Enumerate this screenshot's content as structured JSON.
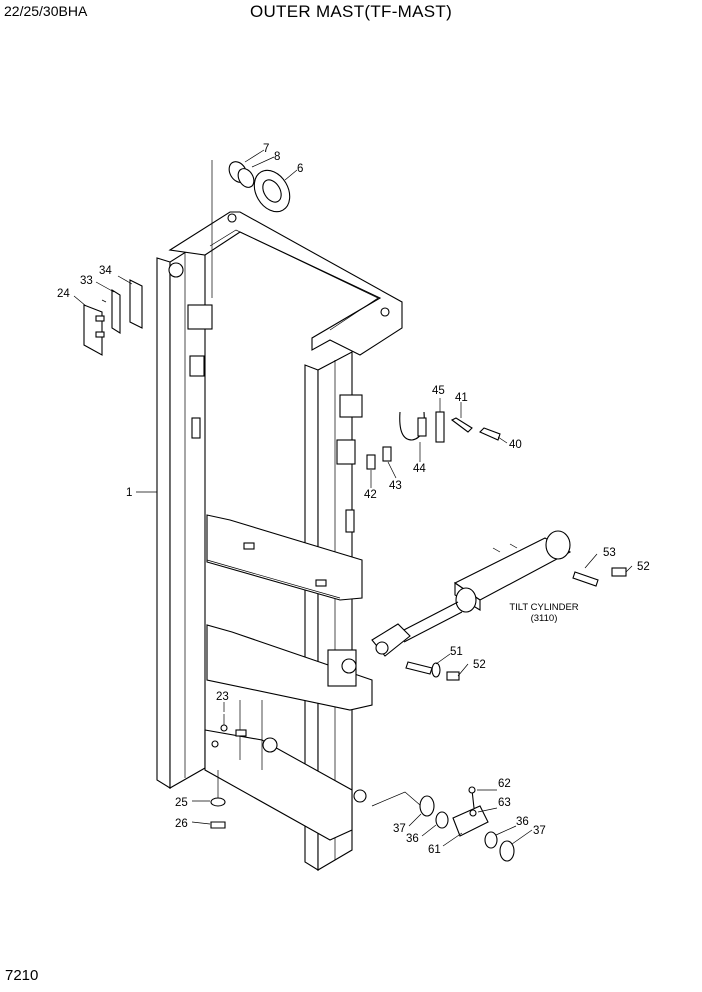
{
  "header": {
    "model": "22/25/30BHA",
    "title": "OUTER MAST(TF-MAST)"
  },
  "page_number": "7210",
  "callouts": [
    "7",
    "8",
    "6",
    "34",
    "33",
    "24",
    "1",
    "45",
    "41",
    "40",
    "44",
    "43",
    "42",
    "53",
    "52",
    "51",
    "52",
    "23",
    "25",
    "26",
    "62",
    "63",
    "37",
    "36",
    "61",
    "36",
    "37"
  ],
  "tilt_cylinder": {
    "label": "TILT CYLINDER",
    "ref": "(3110)"
  }
}
